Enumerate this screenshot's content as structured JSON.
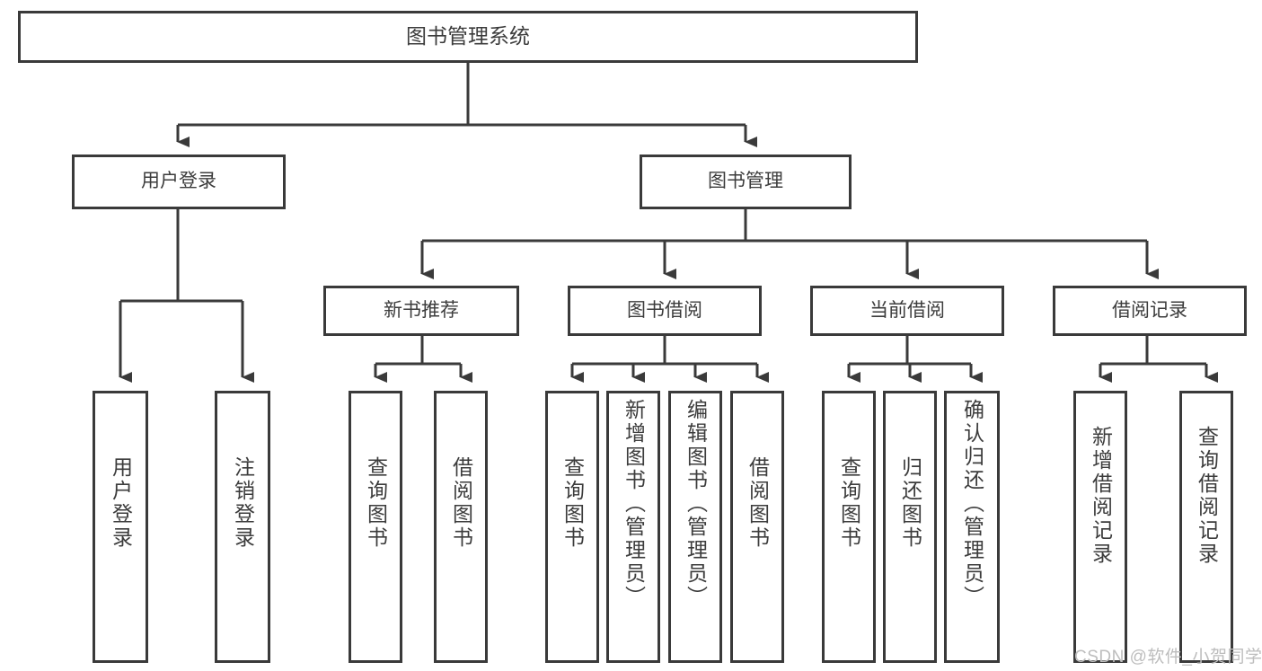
{
  "diagram": {
    "title": "图书管理系统",
    "type": "hierarchy-tree",
    "watermark": "CSDN @软件_小贺同学",
    "colors": {
      "background": "#ffffff",
      "box_border": "#3a3a3a",
      "connector": "#3a3a3a",
      "text": "#3c3c3c",
      "watermark": "#bdbdbd"
    },
    "root": {
      "label": "图书管理系统"
    },
    "level2": [
      {
        "id": "user-login",
        "label": "用户登录"
      },
      {
        "id": "book-management",
        "label": "图书管理"
      }
    ],
    "level3": [
      {
        "id": "new-book-recommend",
        "label": "新书推荐",
        "parent": "book-management"
      },
      {
        "id": "book-borrow",
        "label": "图书借阅",
        "parent": "book-management"
      },
      {
        "id": "current-borrow",
        "label": "当前借阅",
        "parent": "book-management"
      },
      {
        "id": "borrow-record",
        "label": "借阅记录",
        "parent": "book-management"
      }
    ],
    "leaves": {
      "user-login": [
        {
          "id": "leaf-user-login",
          "label": "用户登录"
        },
        {
          "id": "leaf-user-logout",
          "label": "注销登录"
        }
      ],
      "new-book-recommend": [
        {
          "id": "leaf-query-book-1",
          "label": "查询图书"
        },
        {
          "id": "leaf-borrow-book-1",
          "label": "借阅图书"
        }
      ],
      "book-borrow": [
        {
          "id": "leaf-query-book-2",
          "label": "查询图书"
        },
        {
          "id": "leaf-add-book",
          "label": "新增图书（管理员）"
        },
        {
          "id": "leaf-edit-book",
          "label": "编辑图书（管理员）"
        },
        {
          "id": "leaf-borrow-book-2",
          "label": "借阅图书"
        }
      ],
      "current-borrow": [
        {
          "id": "leaf-query-book-3",
          "label": "查询图书"
        },
        {
          "id": "leaf-return-book",
          "label": "归还图书"
        },
        {
          "id": "leaf-confirm-return",
          "label": "确认归还（管理员）"
        }
      ],
      "borrow-record": [
        {
          "id": "leaf-add-record",
          "label": "新增借阅记录"
        },
        {
          "id": "leaf-query-record",
          "label": "查询借阅记录"
        }
      ]
    }
  }
}
